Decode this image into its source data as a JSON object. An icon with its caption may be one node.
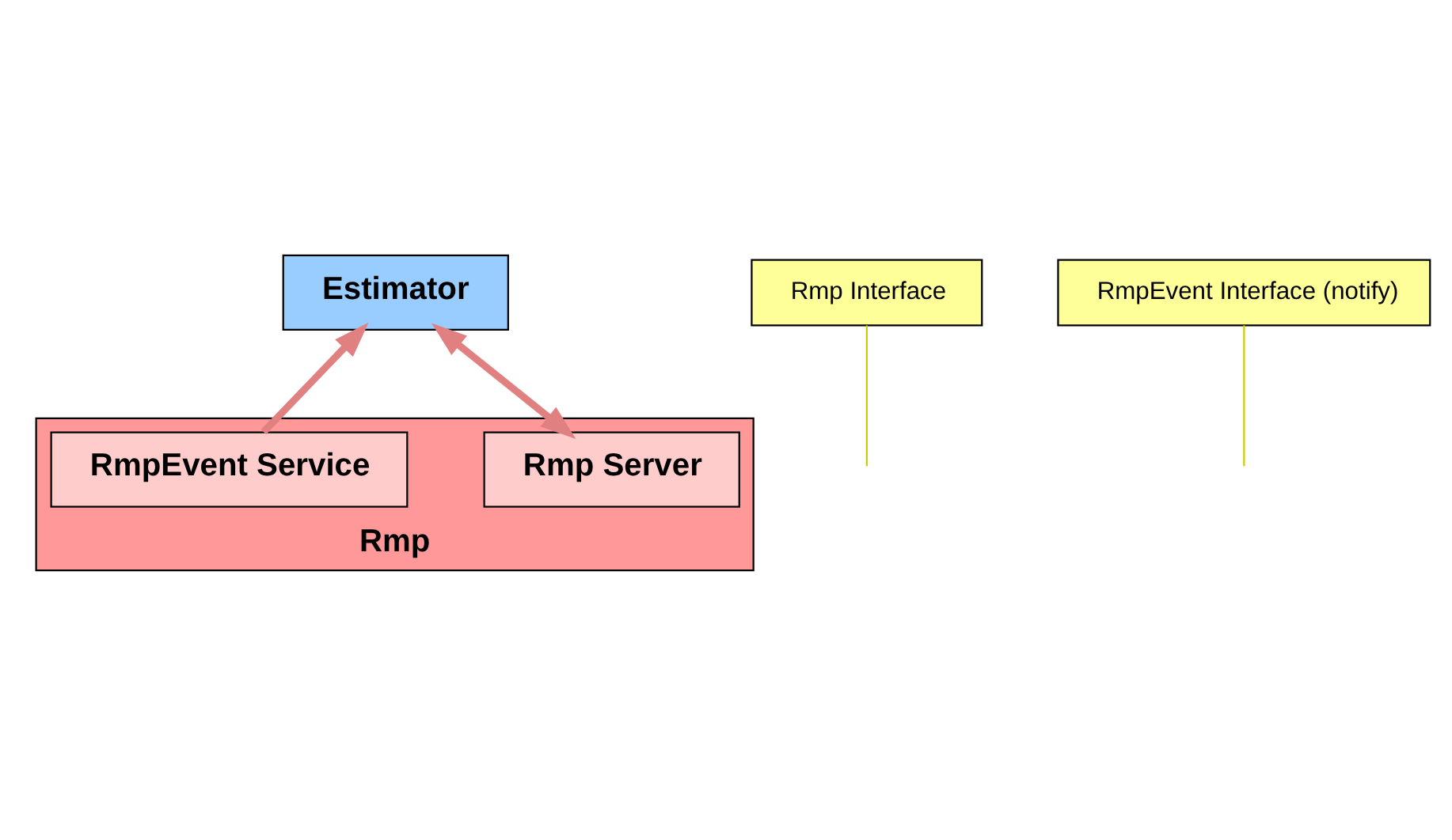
{
  "diagram": {
    "nodes": [
      {
        "text": [
          "Estimator"
        ]
      },
      {
        "text": [
          "Rmp"
        ]
      },
      {
        "text": [
          "Rmp Server"
        ],
        "in": 1
      },
      {
        "text": [
          "RmpEvent Service"
        ],
        "in": 1
      },
      {
        "text": [
          "Rmp Interface"
        ]
      },
      {
        "text": [
          "RmpEvent Interface (notify)"
        ]
      }
    ],
    "edges": [
      {
        "from": 0,
        "to": 2,
        "arrow": "both",
        "style": "thick"
      },
      {
        "from": 3,
        "to": 0,
        "arrow": "to",
        "style": "thick"
      },
      {
        "from": 4,
        "to": null,
        "arrow": "none",
        "color": "#cccc00"
      },
      {
        "from": 5,
        "to": null,
        "arrow": "none",
        "color": "#cccc00"
      }
    ]
  }
}
